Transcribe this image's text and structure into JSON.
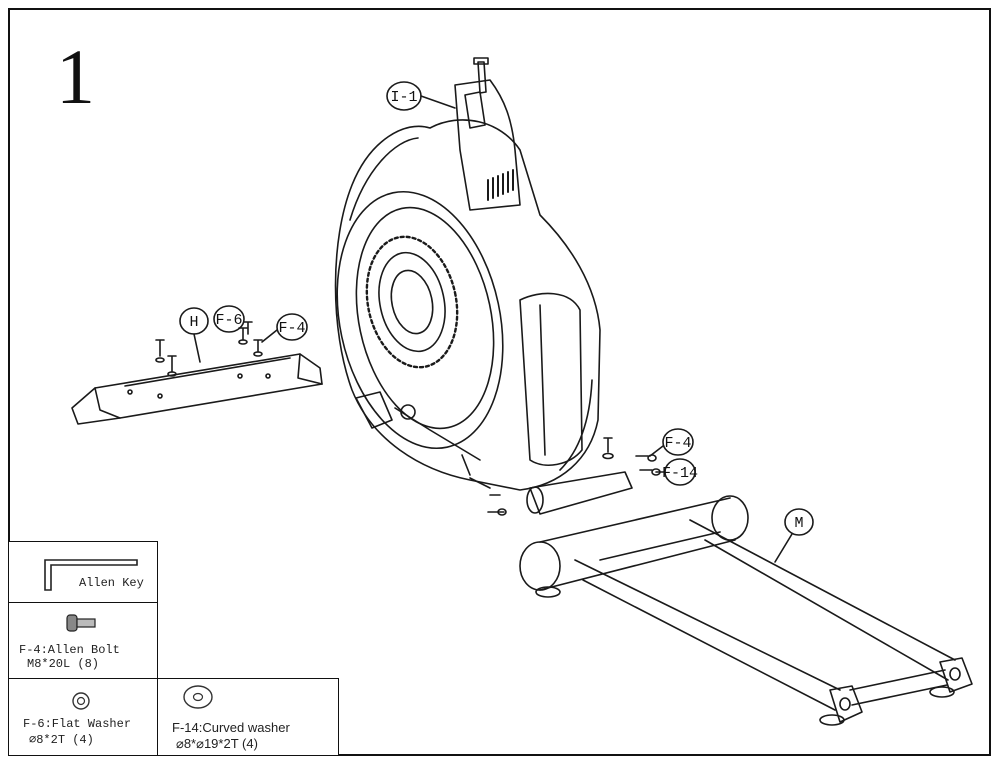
{
  "step": {
    "number": "1"
  },
  "labels": {
    "console": "I-1",
    "stabilizer_front": "H",
    "washer_front": "F-6",
    "bolt_front": "F-4",
    "bolt_rear": "F-4",
    "curved_washer_rear": "F-14",
    "rear_stabilizer": "M"
  },
  "legend": {
    "allen_key": "Allen Key",
    "bolt_name": "F-4:Allen Bolt",
    "bolt_spec": "M8*20L (8)",
    "flat_washer_name": "F-6:Flat Washer",
    "flat_washer_spec": "⌀8*2T (4)",
    "curved_washer_name": "F-14:Curved washer",
    "curved_washer_spec": "⌀8*⌀19*2T (4)"
  }
}
